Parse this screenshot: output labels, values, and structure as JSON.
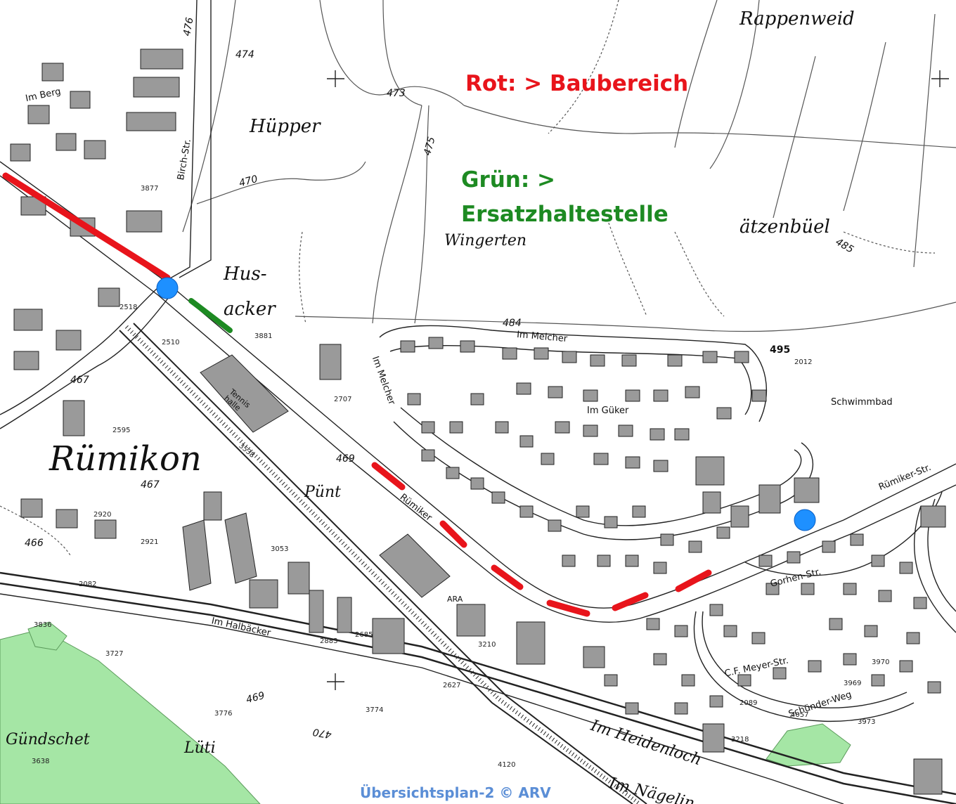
{
  "legend": {
    "red": "Rot:  > Baubereich",
    "green_1": "Grün:  >",
    "green_2": "Ersatzhaltestelle"
  },
  "caption": "Übersichtsplan-2 © ARV",
  "colors": {
    "construction": "#e8141b",
    "replacement_stop": "#1d8a22",
    "stop_marker": "#1e90ff",
    "forest": "#a5e6a5",
    "caption": "#5b8ed6",
    "building_fill": "#9a9a9a"
  },
  "place_names": {
    "ruemikon": "Rümikon",
    "huepper": "Hüpper",
    "hus": "Hus-",
    "acker": "acker",
    "rappenweid": "Rappenweid",
    "waetzenbuel": "ätzenbüel",
    "wingerten": "Wingerten",
    "puent": "Pünt",
    "luti": "Lüti",
    "gundschet": "Gündschet",
    "heidenloch": "Im Heidenloch",
    "naegelin": "Im Nägelin"
  },
  "streets": {
    "im_berg": "Im Berg",
    "birch_str": "Birch-Str.",
    "im_melcher": "Im Melcher",
    "im_melcher_v": "Im Melcher",
    "im_guker": "Im Güker",
    "im_halbacker": "Im Halbäcker",
    "ruemiker_str": "Rümiker-Str.",
    "ruemiker_str_2": "Rümiker",
    "gorhen_str": "Gorhen-Str.",
    "meyer_str": "C.F. Meyer-Str.",
    "schuender_weg": "Schünder-Weg",
    "schwimmbad": "Schwimmbad",
    "tennishalle": "Tennis halle",
    "ara": "ARA"
  },
  "elevations": [
    "476",
    "474",
    "473",
    "475",
    "470",
    "467",
    "467",
    "469",
    "484",
    "495",
    "466",
    "469",
    "470",
    "485"
  ],
  "parcels": [
    "3877",
    "2518",
    "2510",
    "3881",
    "3538",
    "2595",
    "2920",
    "2921",
    "3053",
    "2707",
    "2012",
    "3727",
    "3776",
    "3774",
    "2627",
    "4120",
    "3969",
    "4057",
    "3970",
    "3973",
    "3218",
    "2883",
    "2685",
    "3210",
    "2082",
    "3836",
    "3638",
    "2089"
  ]
}
